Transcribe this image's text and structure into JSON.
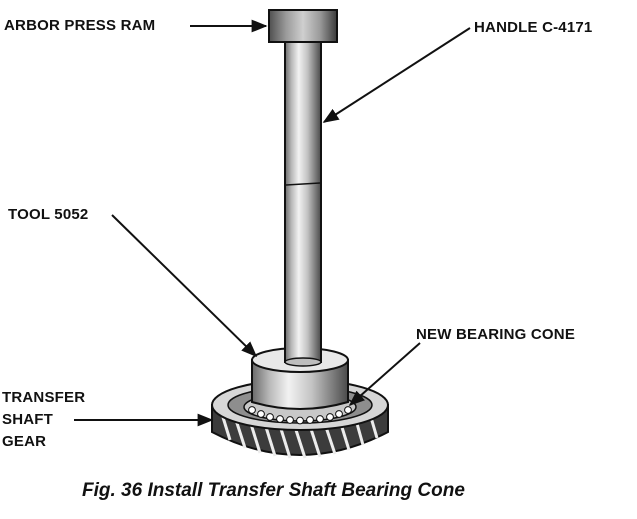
{
  "labels": {
    "arbor_press_ram": "ARBOR PRESS RAM",
    "handle": "HANDLE C-4171",
    "tool": "TOOL 5052",
    "new_bearing_cone": "NEW BEARING CONE",
    "transfer_shaft_gear": [
      "TRANSFER",
      "SHAFT",
      "GEAR"
    ]
  },
  "caption": "Fig. 36 Install Transfer Shaft Bearing Cone",
  "colors": {
    "ink": "#111111",
    "paper": "#ffffff",
    "metal_light": "#d9d9d9",
    "metal_mid": "#a8a8a8",
    "metal_dark": "#555555"
  }
}
